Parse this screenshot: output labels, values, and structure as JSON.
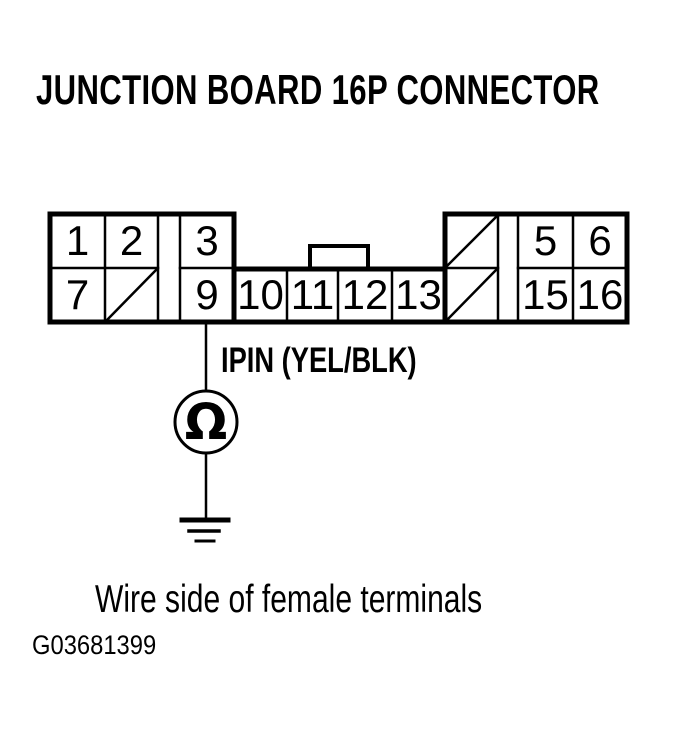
{
  "page": {
    "title": "JUNCTION BOARD 16P CONNECTOR",
    "caption": "Wire side of female terminals",
    "figure_id": "G03681399",
    "colors": {
      "ink": "#000000",
      "paper": "#ffffff"
    }
  },
  "connector": {
    "name": "junction-board-16p-connector",
    "view": "wire side, female terminals",
    "pins": {
      "p1": "1",
      "p2": "2",
      "p3": "3",
      "p5": "5",
      "p6": "6",
      "p7": "7",
      "p9": "9",
      "p10": "10",
      "p11": "11",
      "p12": "12",
      "p13": "13",
      "p15": "15",
      "p16": "16"
    },
    "blanked_positions": [
      "4",
      "8",
      "14"
    ],
    "wire": {
      "label": "IPIN (YEL/BLK)",
      "from_pin": "9"
    },
    "meter": {
      "symbol": "Ω",
      "name": "ohmmeter",
      "connected_to": "ground"
    }
  }
}
